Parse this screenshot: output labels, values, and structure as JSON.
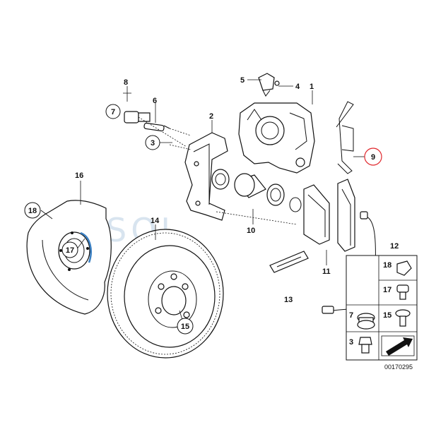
{
  "diagram": {
    "callouts": {
      "c1": "1",
      "c2": "2",
      "c3": "3",
      "c4": "4",
      "c5": "5",
      "c6": "6",
      "c7": "7",
      "c8": "8",
      "c9": "9",
      "c10": "10",
      "c11": "11",
      "c12": "12",
      "c13": "13",
      "c14": "14",
      "c15": "15",
      "c16": "16",
      "c17": "17",
      "c18": "18"
    },
    "legend_box": {
      "items": [
        "18",
        "17",
        "15",
        "7",
        "3"
      ]
    },
    "part_number": "00170295",
    "watermark": "SOL",
    "highlight_color": "#e0262b"
  }
}
